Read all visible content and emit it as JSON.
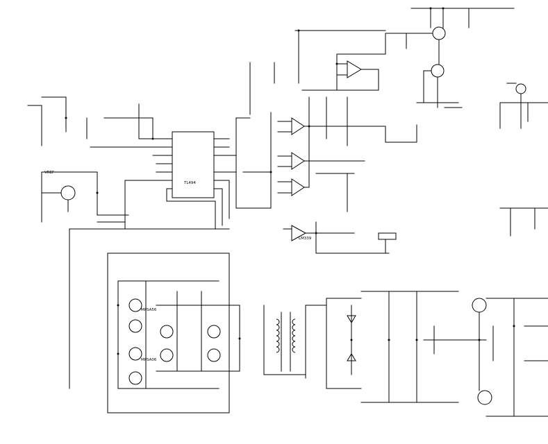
{
  "labels": {
    "ic_tl494": "TL494",
    "net_vref": "VREF",
    "ic_lm339": "LM339",
    "q_mpsa56": "MPSA56",
    "q_mpsa06": "MPSA06"
  },
  "icons": [
    "opamp-triangle-icon",
    "transistor-icon",
    "transformer-icon",
    "diode-icon",
    "resistor-icon"
  ]
}
